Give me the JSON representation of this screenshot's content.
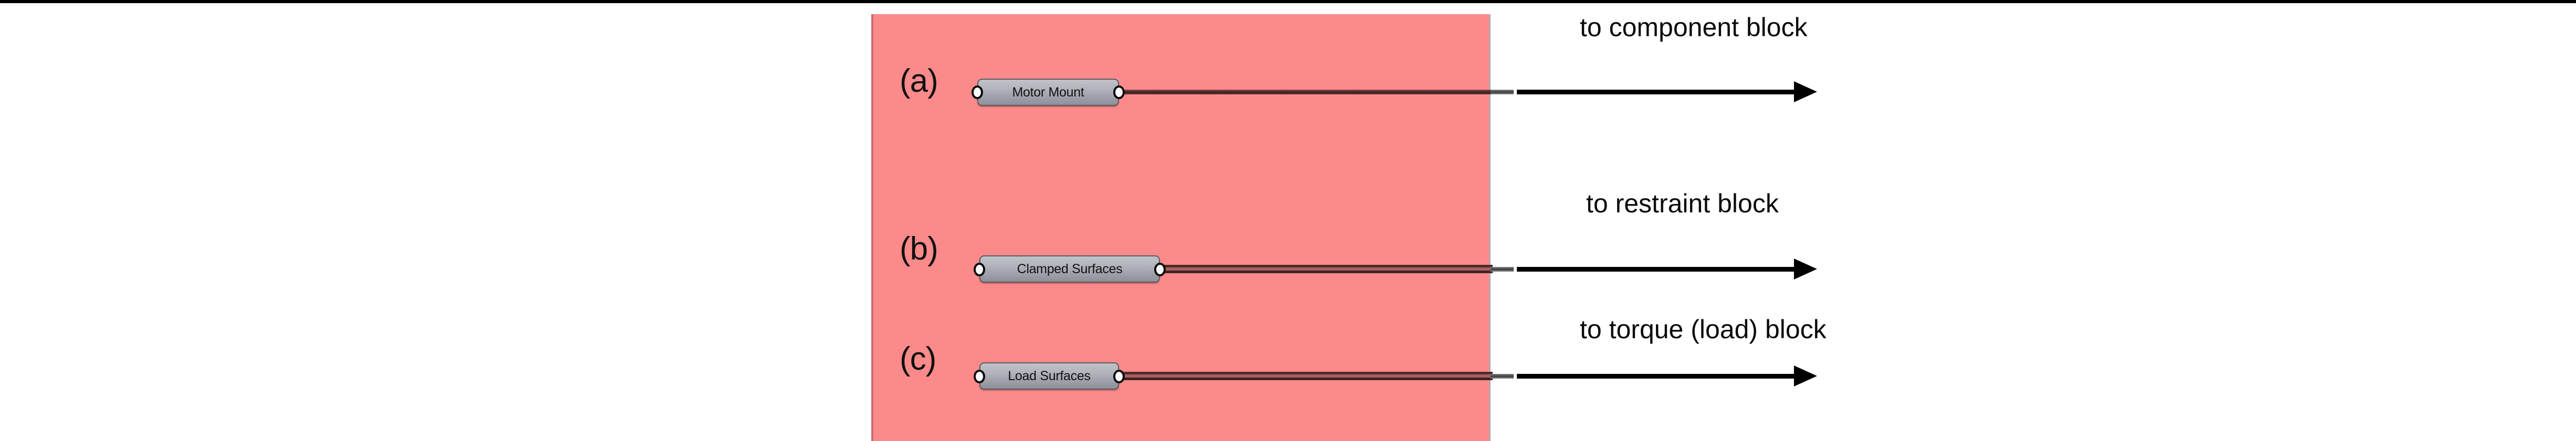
{
  "figure": {
    "background_color": "#ffffff",
    "panel_color": "#fd8a8a",
    "accent_line_color": "#4a2a29",
    "arrow_color": "#000000"
  },
  "rows": [
    {
      "label": "(a)",
      "block_text": "Motor Mount",
      "caption": "to component block",
      "connection_style": "single"
    },
    {
      "label": "(b)",
      "block_text": "Clamped Surfaces",
      "caption": "to restraint block",
      "connection_style": "double"
    },
    {
      "label": "(c)",
      "block_text": "Load Surfaces",
      "caption": "to torque (load) block",
      "connection_style": "double"
    }
  ]
}
